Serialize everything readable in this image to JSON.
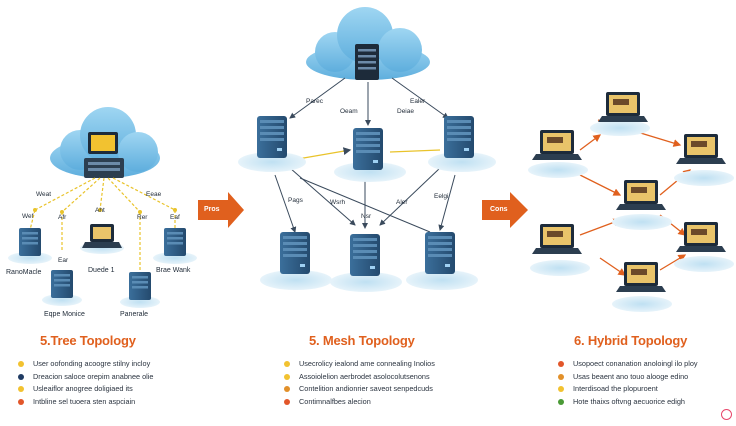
{
  "sections": {
    "tree": {
      "title": "5.Tree Topology",
      "labels": {
        "left_top": "Weat",
        "right_top": "Eeae",
        "a1": "Wef",
        "a2": "Afr",
        "a3": "Aht",
        "a4": "Rer",
        "a5": "Eaf",
        "a6": "Ear",
        "dev_left": "RanoMacle",
        "dev_center": "Duede 1",
        "dev_right": "Brae Wank",
        "dev_bottom_left": "Eqpe Monice",
        "dev_bottom_right": "Panerale"
      },
      "bullets": [
        {
          "text": "User oofonding acoogre stilny incloy",
          "color": "#f2c230"
        },
        {
          "text": "Dreacion saloce orepim anabnee olie",
          "color": "#1f3b63"
        },
        {
          "text": "Usleaiflor anogree doligiaed its",
          "color": "#f2c230"
        },
        {
          "text": "Intbline sel tuoera sten aspciain",
          "color": "#e2562a"
        }
      ]
    },
    "mesh": {
      "title": "5. Mesh Topology",
      "labels": {
        "top_left": "Parec",
        "top_mid": "Oeam",
        "top_right": "Ealer",
        "top_right2": "Deiae",
        "mid_left": "Pags",
        "mid_a": "Wsrh",
        "mid_b": "Nsr",
        "mid_c": "Aler",
        "mid_d": "Eelgi"
      },
      "bullets": [
        {
          "text": "Usecrolicy iealond ame connealing Inolios",
          "color": "#f2c230"
        },
        {
          "text": "Assoiolelion aerbrodet asolocolutsenons",
          "color": "#f2c230"
        },
        {
          "text": "Contelition andionrier saveot senpedcuds",
          "color": "#e2902a"
        },
        {
          "text": "Contimnalfbes alecion",
          "color": "#e2562a"
        }
      ]
    },
    "hybrid": {
      "title": "6. Hybrid Topology",
      "bullets": [
        {
          "text": "Usopoect conanation anoloingl ilo ploy",
          "color": "#e2562a"
        },
        {
          "text": "Usas beaent ano touo alooge edino",
          "color": "#e2902a"
        },
        {
          "text": "Interdisoad the plopuroent",
          "color": "#f2c230"
        },
        {
          "text": "Hote thaixs oftvng aecuorice edigh",
          "color": "#4a9a36"
        }
      ]
    }
  },
  "arrows": {
    "pros": "Pros",
    "cons": "Cons"
  },
  "colors": {
    "orange": "#e0601e",
    "cloud": "#7fc4e8",
    "server": "#2f5d85",
    "link": "#e9c32b"
  }
}
